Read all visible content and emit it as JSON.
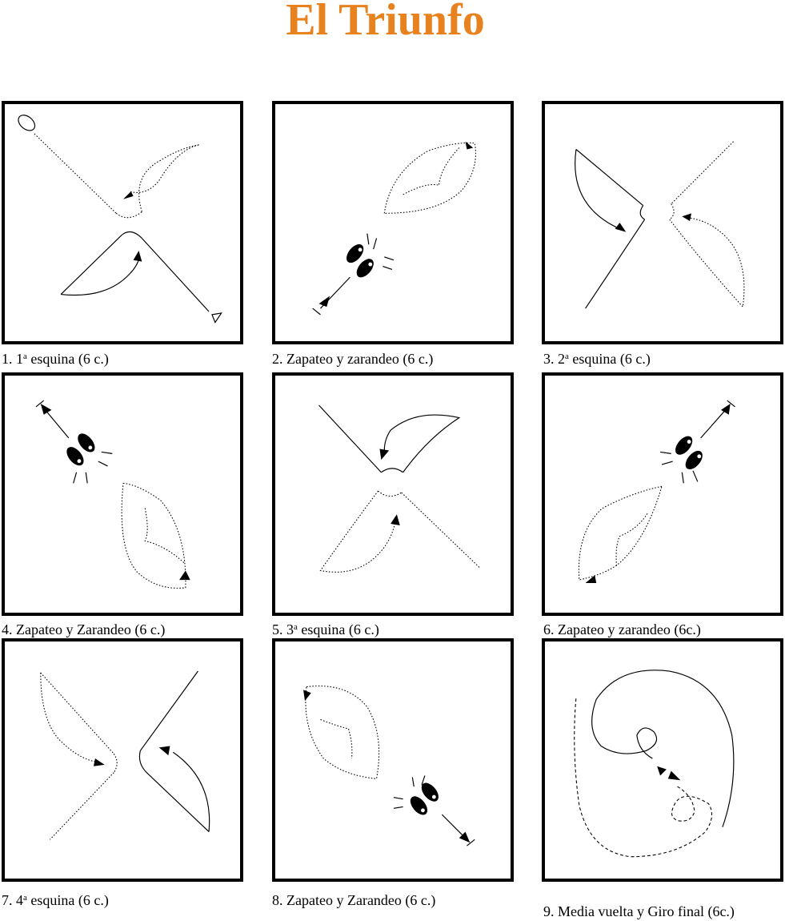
{
  "title": "El Triunfo",
  "colors": {
    "title": "#e8821e",
    "lines": "#000000",
    "background": "#ffffff"
  },
  "figures": [
    {
      "number": "1.",
      "ordinal": "1",
      "sup": "a",
      "rest": "esquina (6 c.)"
    },
    {
      "number": "2.",
      "ordinal": "",
      "sup": "",
      "rest": "Zapateo y zarandeo (6 c.)"
    },
    {
      "number": "3.",
      "ordinal": "2",
      "sup": "a",
      "rest": "esquina (6 c.)"
    },
    {
      "number": "4.",
      "ordinal": "",
      "sup": "",
      "rest": "Zapateo y Zarandeo (6 c.)"
    },
    {
      "number": "5.",
      "ordinal": "3",
      "sup": "a",
      "rest": "esquina (6 c.)"
    },
    {
      "number": "6.",
      "ordinal": "",
      "sup": "",
      "rest": "Zapateo y zarandeo (6c.)"
    },
    {
      "number": "7.",
      "ordinal": "4",
      "sup": "a",
      "rest": "esquina (6 c.)"
    },
    {
      "number": "8.",
      "ordinal": "",
      "sup": "",
      "rest": "Zapateo y Zarandeo (6 c.)"
    },
    {
      "number": "9.",
      "ordinal": "",
      "sup": "",
      "rest": "Media vuelta y Giro final (6c.)"
    }
  ]
}
